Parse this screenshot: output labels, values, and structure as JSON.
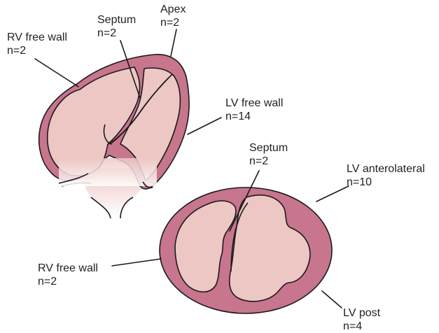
{
  "colors": {
    "wall": "#c8758e",
    "cavity": "#ecc7c4",
    "outline": "#1a1a1a",
    "text": "#222222"
  },
  "labels": {
    "rv_free_wall_top": {
      "name": "RV free wall",
      "count": "n=2"
    },
    "septum_top": {
      "name": "Septum",
      "count": "n=2"
    },
    "apex": {
      "name": "Apex",
      "count": "n=2"
    },
    "lv_free_wall": {
      "name": "LV free wall",
      "count": "n=14"
    },
    "septum_cross": {
      "name": "Septum",
      "count": "n=2"
    },
    "lv_anterolateral": {
      "name": "LV anterolateral",
      "count": "n=10"
    },
    "rv_free_wall_cross": {
      "name": "RV free wall",
      "count": "n=2"
    },
    "lv_post": {
      "name": "LV post",
      "count": "n=4"
    }
  }
}
